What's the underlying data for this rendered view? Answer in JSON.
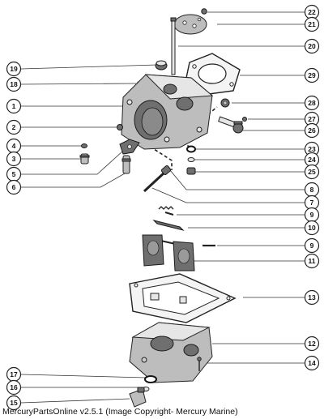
{
  "footer": {
    "caption": "MercuryPartsOnline v2.5.1 (Image Copyright- Mercury Marine)"
  },
  "callouts": {
    "left": [
      {
        "label": "19"
      },
      {
        "label": "18"
      },
      {
        "label": "1"
      },
      {
        "label": "2"
      },
      {
        "label": "4"
      },
      {
        "label": "3"
      },
      {
        "label": "5"
      },
      {
        "label": "6"
      },
      {
        "label": "17"
      },
      {
        "label": "16"
      },
      {
        "label": "15"
      }
    ],
    "right": [
      {
        "label": "22"
      },
      {
        "label": "21"
      },
      {
        "label": "20"
      },
      {
        "label": "29"
      },
      {
        "label": "28"
      },
      {
        "label": "27"
      },
      {
        "label": "26"
      },
      {
        "label": "23"
      },
      {
        "label": "24"
      },
      {
        "label": "25"
      },
      {
        "label": "8"
      },
      {
        "label": "7"
      },
      {
        "label": "9"
      },
      {
        "label": "10"
      },
      {
        "label": "9"
      },
      {
        "label": "11"
      },
      {
        "label": "13"
      },
      {
        "label": "12"
      },
      {
        "label": "14"
      }
    ]
  }
}
